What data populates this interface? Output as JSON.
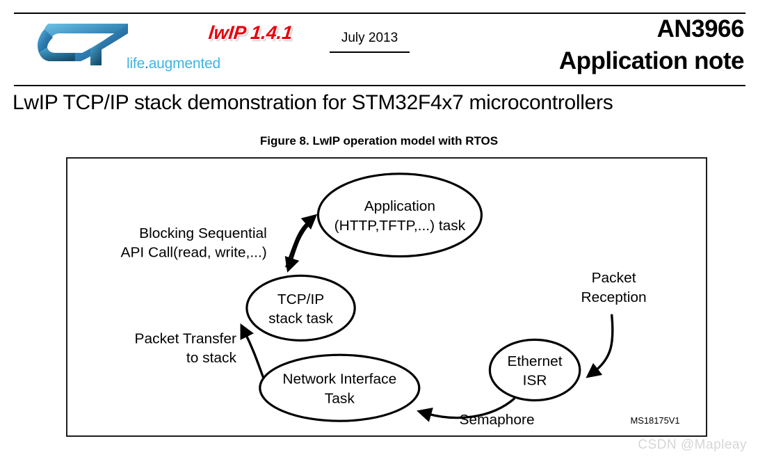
{
  "header": {
    "logo_alt": "ST life.augmented",
    "tagline_prefix": "life",
    "tagline_dot": ".",
    "tagline_suffix": "augmented",
    "lwip_badge": "lwIP 1.4.1",
    "date": "July 2013",
    "doc_code": "AN3966",
    "doc_type": "Application note",
    "subtitle": "LwIP TCP/IP stack demonstration for STM32F4x7 microcontrollers",
    "accent_red": "#e8000d",
    "accent_blue": "#3eb3e6"
  },
  "figure": {
    "caption": "Figure 8. LwIP operation model with RTOS",
    "id": "MS18175V1",
    "nodes": [
      {
        "id": "application",
        "lines": [
          "Application",
          "(HTTP,TFTP,...) task"
        ]
      },
      {
        "id": "tcpip-stack",
        "lines": [
          "TCP/IP",
          "stack task"
        ]
      },
      {
        "id": "network-interface",
        "lines": [
          "Network Interface",
          "Task"
        ]
      },
      {
        "id": "ethernet-isr",
        "lines": [
          "Ethernet",
          "ISR"
        ]
      }
    ],
    "edges": [
      {
        "id": "blocking-api",
        "lines": [
          "Blocking Sequential",
          "API Call(read, write,...)"
        ],
        "align": "middle"
      },
      {
        "id": "packet-transfer",
        "lines": [
          "Packet Transfer",
          "to stack"
        ],
        "align": "end"
      },
      {
        "id": "packet-reception",
        "lines": [
          "Packet",
          "Reception"
        ],
        "align": "middle"
      },
      {
        "id": "semaphore",
        "lines": [
          "Semaphore"
        ],
        "align": "start"
      }
    ]
  },
  "watermark": "CSDN @Mapleay"
}
